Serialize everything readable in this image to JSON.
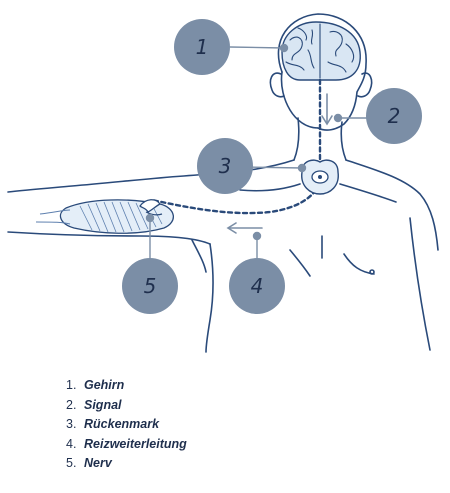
{
  "callouts": [
    {
      "number": "1"
    },
    {
      "number": "2"
    },
    {
      "number": "3"
    },
    {
      "number": "4"
    },
    {
      "number": "5"
    }
  ],
  "legend": [
    {
      "number": "1.",
      "term": "Gehirn"
    },
    {
      "number": "2.",
      "term": "Signal"
    },
    {
      "number": "3.",
      "term": "Rückenmark"
    },
    {
      "number": "4.",
      "term": "Reizweiterleitung"
    },
    {
      "number": "5.",
      "term": "Nerv"
    }
  ],
  "colors": {
    "outline": "#2a4a7a",
    "callout_fill": "#7b8ea6",
    "callout_text": "#1f2f4d",
    "brain_fill": "#d9e6f3",
    "muscle_fill": "#e4eef8",
    "leader_line": "#7b8ea6",
    "legend_text": "#1f2f4d"
  }
}
